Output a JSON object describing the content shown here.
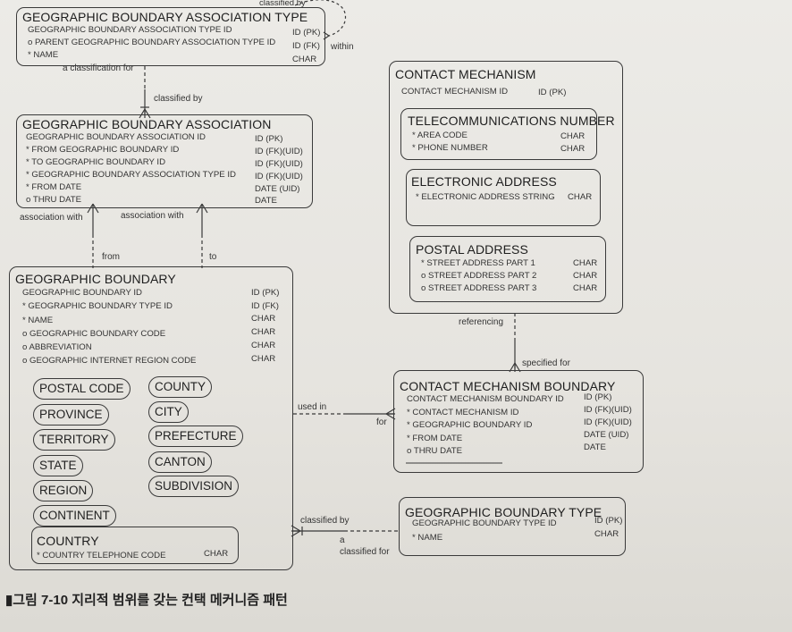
{
  "entities": {
    "gba_type": {
      "title": "GEOGRAPHIC BOUNDARY ASSOCIATION TYPE",
      "attributes": [
        {
          "name": "GEOGRAPHIC BOUNDARY ASSOCIATION TYPE ID",
          "type": "ID (PK)"
        },
        {
          "name": "o PARENT GEOGRAPHIC BOUNDARY ASSOCIATION TYPE ID",
          "type": "ID (FK)"
        },
        {
          "name": "* NAME",
          "type": "CHAR"
        }
      ]
    },
    "gba": {
      "title": "GEOGRAPHIC BOUNDARY ASSOCIATION",
      "attributes": [
        {
          "name": "GEOGRAPHIC BOUNDARY ASSOCIATION ID",
          "type": "ID (PK)"
        },
        {
          "name": "* FROM GEOGRAPHIC BOUNDARY ID",
          "type": "ID (FK)(UID)"
        },
        {
          "name": "* TO GEOGRAPHIC BOUNDARY ID",
          "type": "ID (FK)(UID)"
        },
        {
          "name": "* GEOGRAPHIC BOUNDARY ASSOCIATION TYPE ID",
          "type": "ID (FK)(UID)"
        },
        {
          "name": "* FROM DATE",
          "type": "DATE (UID)"
        },
        {
          "name": "o THRU DATE",
          "type": "DATE"
        }
      ]
    },
    "gb": {
      "title": "GEOGRAPHIC BOUNDARY",
      "attributes": [
        {
          "name": "GEOGRAPHIC BOUNDARY ID",
          "type": "ID (PK)"
        },
        {
          "name": "* GEOGRAPHIC BOUNDARY TYPE ID",
          "type": "ID (FK)"
        },
        {
          "name": "* NAME",
          "type": "CHAR"
        },
        {
          "name": "o GEOGRAPHIC BOUNDARY CODE",
          "type": "CHAR"
        },
        {
          "name": "o ABBREVIATION",
          "type": "CHAR"
        },
        {
          "name": "o GEOGRAPHIC INTERNET REGION CODE",
          "type": "CHAR"
        }
      ],
      "subtypes": [
        "POSTAL CODE",
        "COUNTY",
        "PROVINCE",
        "CITY",
        "TERRITORY",
        "PREFECTURE",
        "STATE",
        "CANTON",
        "REGION",
        "SUBDIVISION",
        "CONTINENT"
      ],
      "country": {
        "title": "COUNTRY",
        "attribute": "* COUNTRY TELEPHONE CODE",
        "type": "CHAR"
      }
    },
    "cm": {
      "title": "CONTACT MECHANISM",
      "attributes": [
        {
          "name": "CONTACT MECHANISM ID",
          "type": "ID (PK)"
        }
      ],
      "telecom": {
        "title": "TELECOMMUNICATIONS NUMBER",
        "attributes": [
          {
            "name": "* AREA CODE",
            "type": "CHAR"
          },
          {
            "name": "* PHONE NUMBER",
            "type": "CHAR"
          }
        ]
      },
      "electronic": {
        "title": "ELECTRONIC ADDRESS",
        "attributes": [
          {
            "name": "* ELECTRONIC ADDRESS STRING",
            "type": "CHAR"
          }
        ]
      },
      "postal": {
        "title": "POSTAL ADDRESS",
        "attributes": [
          {
            "name": "* STREET ADDRESS PART 1",
            "type": "CHAR"
          },
          {
            "name": "o STREET ADDRESS PART 2",
            "type": "CHAR"
          },
          {
            "name": "o STREET ADDRESS PART 3",
            "type": "CHAR"
          }
        ]
      }
    },
    "cmb": {
      "title": "CONTACT MECHANISM BOUNDARY",
      "attributes": [
        {
          "name": "CONTACT MECHANISM BOUNDARY ID",
          "type": "ID (PK)"
        },
        {
          "name": "* CONTACT MECHANISM ID",
          "type": "ID (FK)(UID)"
        },
        {
          "name": "* GEOGRAPHIC BOUNDARY ID",
          "type": "ID (FK)(UID)"
        },
        {
          "name": "* FROM DATE",
          "type": "DATE (UID)"
        },
        {
          "name": "o THRU DATE",
          "type": "DATE"
        }
      ]
    },
    "gbt": {
      "title": "GEOGRAPHIC BOUNDARY TYPE",
      "attributes": [
        {
          "name": "GEOGRAPHIC BOUNDARY TYPE ID",
          "type": "ID (PK)"
        },
        {
          "name": "* NAME",
          "type": "CHAR"
        }
      ]
    }
  },
  "relationships": {
    "classified_by_top": "classified by",
    "within": "within",
    "a_classification_for": "a classification for",
    "classified_by": "classified by",
    "association_with_1": "association with",
    "association_with_2": "association with",
    "from": "from",
    "to": "to",
    "referencing": "referencing",
    "specified_for": "specified for",
    "used_in": "used in",
    "for": "for",
    "classified_by_2": "classified by",
    "a": "a",
    "classified_for": "classified for"
  },
  "caption": "▮그림 7-10  지리적 범위를 갖는 컨택 메커니즘 패턴"
}
